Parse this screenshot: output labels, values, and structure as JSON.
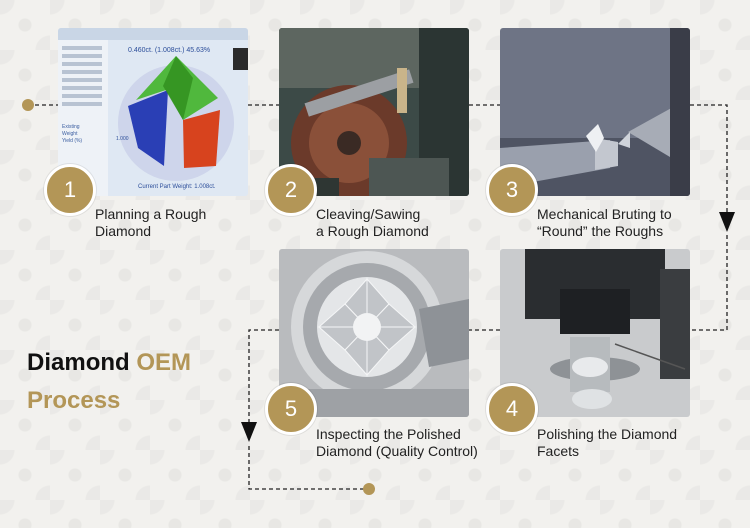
{
  "title": {
    "dark": "Diamond",
    "gold1": "OEM",
    "gold2": "Process"
  },
  "colors": {
    "gold": "#b39657",
    "dark": "#111111",
    "connector": "#222222"
  },
  "steps": [
    {
      "number": "1",
      "caption_line1": "Planning a Rough",
      "caption_line2": "Diamond",
      "screen_text": {
        "header": "0.460ct. (1.008ct.) 45.63%",
        "footer": "Current Part Weight: 1.008ct.",
        "side_value": "1.000",
        "left_bottom_1": "Existing",
        "left_bottom_2": "Weight",
        "left_bottom_3": "Yield (%)"
      }
    },
    {
      "number": "2",
      "caption_line1": "Cleaving/Sawing",
      "caption_line2": "a Rough Diamond"
    },
    {
      "number": "3",
      "caption_line1": "Mechanical Bruting to",
      "caption_line2": "“Round” the Roughs"
    },
    {
      "number": "4",
      "caption_line1": "Polishing the Diamond",
      "caption_line2": "Facets"
    },
    {
      "number": "5",
      "caption_line1": "Inspecting the Polished",
      "caption_line2": "Diamond (Quality Control)"
    }
  ]
}
